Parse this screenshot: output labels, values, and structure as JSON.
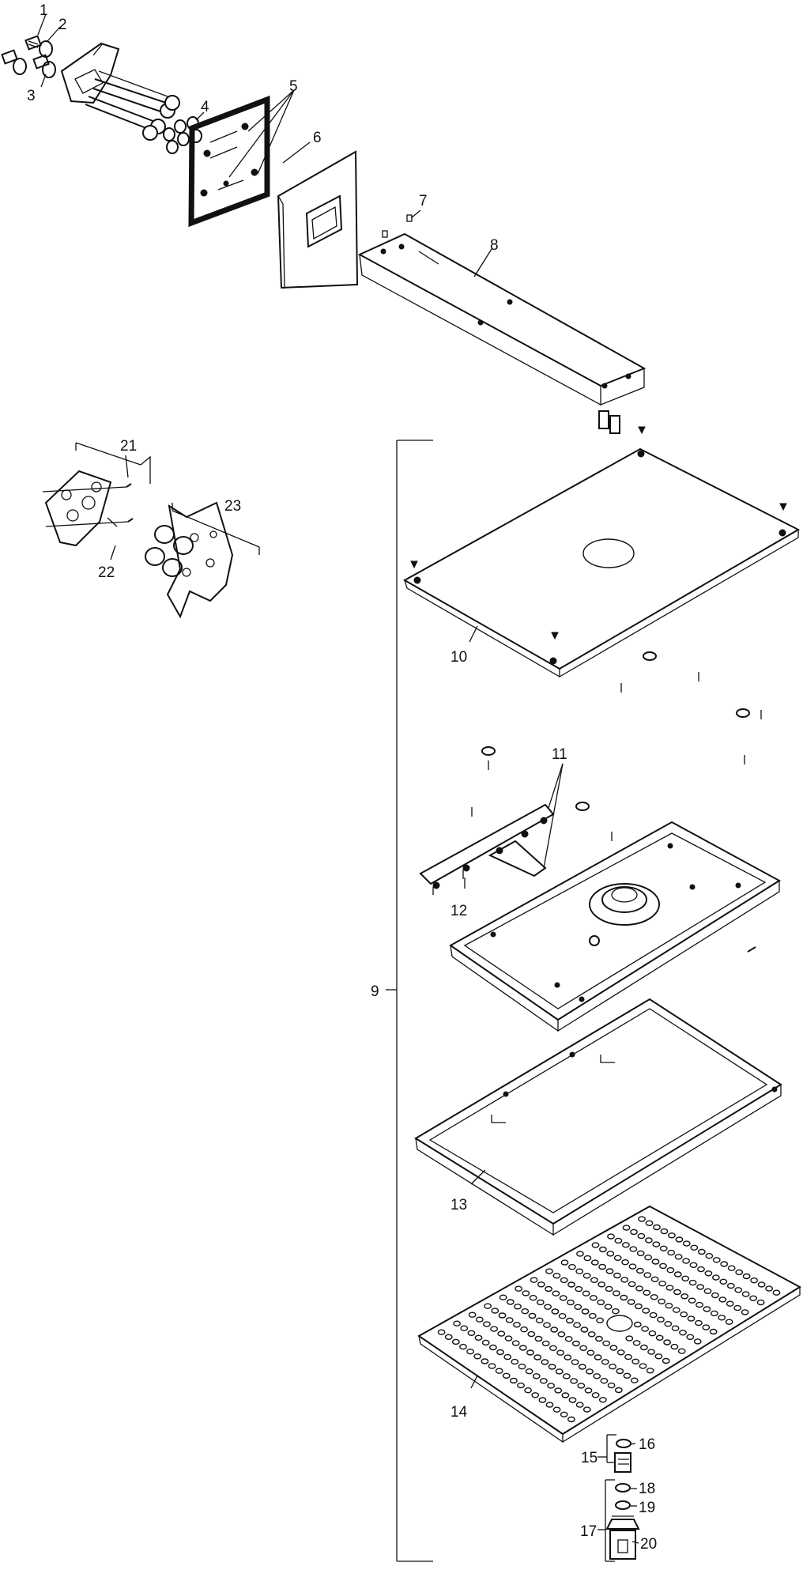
{
  "diagram": {
    "type": "exploded-parts-diagram",
    "part_labels": {
      "p1": "1",
      "p2": "2",
      "p3": "3",
      "p4": "4",
      "p5": "5",
      "p6": "6",
      "p7": "7",
      "p8": "8",
      "p9": "9",
      "p10": "10",
      "p11": "11",
      "p12": "12",
      "p13": "13",
      "p14": "14",
      "p15": "15",
      "p16": "16",
      "p17": "17",
      "p18": "18",
      "p19": "19",
      "p20": "20",
      "p21": "21",
      "p22": "22",
      "p23": "23"
    },
    "colors": {
      "line": "#111111",
      "background": "#ffffff"
    }
  }
}
